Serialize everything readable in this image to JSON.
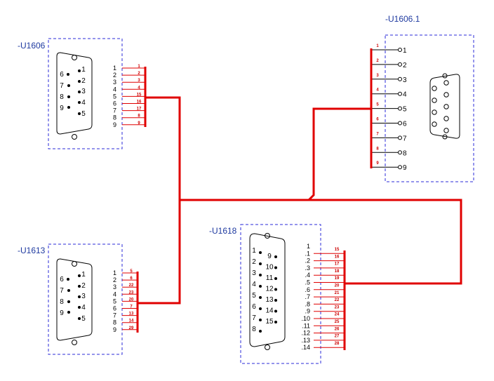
{
  "blocks": {
    "u1606": {
      "label": "-U1606",
      "pins": [
        "1",
        "2",
        "3",
        "4",
        "5",
        "6",
        "7",
        "8",
        "9"
      ],
      "wires": [
        "1",
        "2",
        "3",
        "4",
        "15",
        "16",
        "17",
        "8",
        "9"
      ],
      "face": [
        "6",
        "1",
        "7",
        "2",
        "8",
        "3",
        "9",
        "4",
        "5"
      ]
    },
    "u1613": {
      "label": "-U1613",
      "pins": [
        "1",
        "2",
        "3",
        "4",
        "5",
        "6",
        "7",
        "8",
        "9"
      ],
      "wires": [
        "5",
        "6",
        "22",
        "23",
        "20",
        "7",
        "13",
        "14",
        "29"
      ],
      "face": [
        "6",
        "1",
        "7",
        "2",
        "8",
        "3",
        "9",
        "4",
        "5"
      ]
    },
    "u1618": {
      "label": "-U1618",
      "pins": [
        "1",
        ".1",
        ".2",
        ".3",
        ".4",
        ".5",
        ".6",
        ".7",
        ".8",
        ".9",
        ".10",
        ".11",
        ".12",
        ".13",
        ".14"
      ],
      "wires": [
        "15",
        "16",
        "17",
        "18",
        "19",
        "20",
        "21",
        "22",
        "23",
        "24",
        "25",
        "26",
        "27",
        "28"
      ],
      "face_left": [
        "1",
        "2",
        "3",
        "4",
        "5",
        "6",
        "7",
        "8"
      ],
      "face_right": [
        "9",
        "10",
        "11",
        "12",
        "13",
        "14",
        "15"
      ]
    },
    "u1606_1": {
      "label": "-U1606.1",
      "pins": [
        "1",
        "2",
        "3",
        "4",
        "5",
        "6",
        "7",
        "8",
        "9"
      ],
      "wires": [
        "1",
        "2",
        "3",
        "4",
        "5",
        "6",
        "7",
        "8",
        "9"
      ]
    }
  },
  "colors": {
    "frame": "#2b2bd8",
    "wire": "#e00000",
    "label": "#1f3aa0"
  }
}
